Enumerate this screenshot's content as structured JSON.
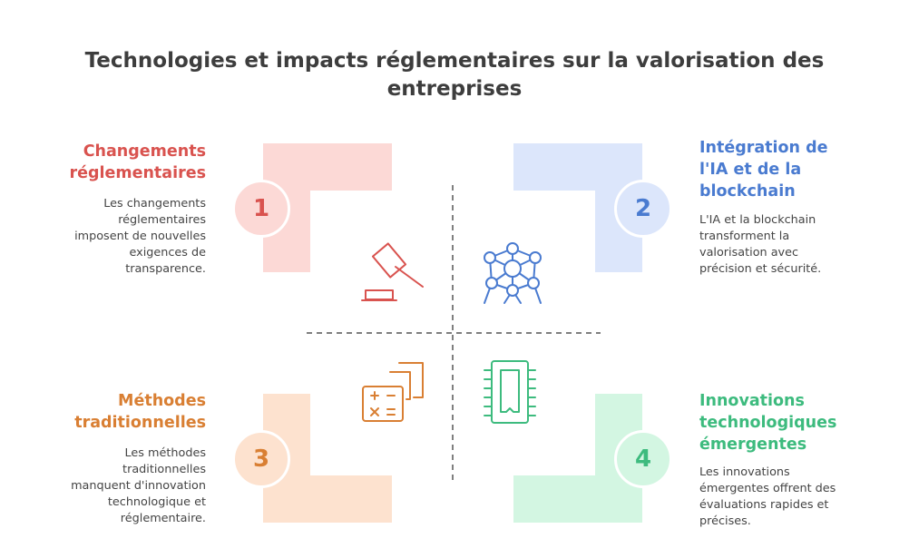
{
  "title": "Technologies et impacts réglementaires sur la valorisation des entreprises",
  "colors": {
    "red": "#d9534f",
    "red_fill": "#fcd9d6",
    "blue": "#4a7bd0",
    "blue_fill": "#dce6fb",
    "orange": "#d97f33",
    "orange_fill": "#fde2cf",
    "green": "#3dbb7e",
    "green_fill": "#d3f6e2",
    "divider": "#555555"
  },
  "quadrants": [
    {
      "number": "1",
      "heading_lines": [
        "Changements",
        "réglementaires"
      ],
      "description_lines": [
        "Les changements",
        "réglementaires",
        "imposent de nouvelles",
        "exigences de",
        "transparence."
      ],
      "icon": "gavel-icon"
    },
    {
      "number": "2",
      "heading_lines": [
        "Intégration de",
        "l'IA et de la",
        "blockchain"
      ],
      "description_lines": [
        "L'IA et la blockchain",
        "transforment la",
        "valorisation avec",
        "précision et sécurité."
      ],
      "icon": "atomium-network-icon"
    },
    {
      "number": "3",
      "heading_lines": [
        "Méthodes",
        "traditionnelles"
      ],
      "description_lines": [
        "Les méthodes",
        "traditionnelles",
        "manquent d'innovation",
        "technologique et",
        "réglementaire."
      ],
      "icon": "calculator-documents-icon"
    },
    {
      "number": "4",
      "heading_lines": [
        "Innovations",
        "technologiques",
        "émergentes"
      ],
      "description_lines": [
        "Les innovations",
        "émergentes offrent des",
        "évaluations rapides et",
        "précises."
      ],
      "icon": "microchip-icon"
    }
  ]
}
